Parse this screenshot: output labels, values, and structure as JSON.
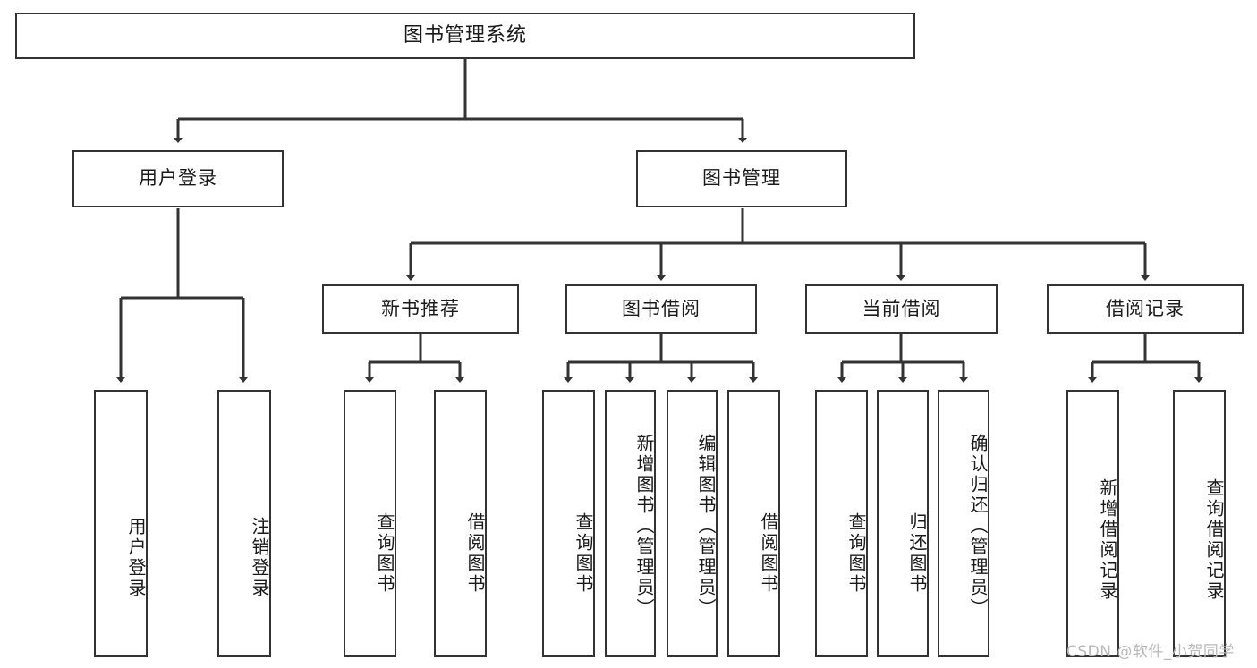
{
  "diagram": {
    "title": "图书管理系统",
    "type": "tree",
    "root": {
      "id": "root",
      "label": "图书管理系统",
      "orientation": "horizontal"
    },
    "level2": [
      {
        "id": "user-login",
        "label": "用户登录",
        "orientation": "horizontal"
      },
      {
        "id": "book-manage",
        "label": "图书管理",
        "orientation": "horizontal"
      }
    ],
    "level3": [
      {
        "id": "new-book-recommend",
        "label": "新书推荐",
        "orientation": "horizontal",
        "parent": "book-manage"
      },
      {
        "id": "book-borrow",
        "label": "图书借阅",
        "orientation": "horizontal",
        "parent": "book-manage"
      },
      {
        "id": "current-borrow",
        "label": "当前借阅",
        "orientation": "horizontal",
        "parent": "book-manage"
      },
      {
        "id": "borrow-record",
        "label": "借阅记录",
        "orientation": "horizontal",
        "parent": "book-manage"
      }
    ],
    "leaves": [
      {
        "id": "leaf-user-login",
        "label": "用户登录",
        "orientation": "vertical",
        "parent": "user-login"
      },
      {
        "id": "leaf-logout-login",
        "label": "注销登录",
        "orientation": "vertical",
        "parent": "user-login"
      },
      {
        "id": "leaf-query-book-1",
        "label": "查询图书",
        "orientation": "vertical",
        "parent": "new-book-recommend"
      },
      {
        "id": "leaf-borrow-book-1",
        "label": "借阅图书",
        "orientation": "vertical",
        "parent": "new-book-recommend"
      },
      {
        "id": "leaf-query-book-2",
        "label": "查询图书",
        "orientation": "vertical",
        "parent": "book-borrow"
      },
      {
        "id": "leaf-add-book",
        "label": "新增图书（管理员）",
        "orientation": "vertical",
        "parent": "book-borrow"
      },
      {
        "id": "leaf-edit-book",
        "label": "编辑图书（管理员）",
        "orientation": "vertical",
        "parent": "book-borrow"
      },
      {
        "id": "leaf-borrow-book-2",
        "label": "借阅图书",
        "orientation": "vertical",
        "parent": "book-borrow"
      },
      {
        "id": "leaf-query-book-3",
        "label": "查询图书",
        "orientation": "vertical",
        "parent": "current-borrow"
      },
      {
        "id": "leaf-return-book",
        "label": "归还图书",
        "orientation": "vertical",
        "parent": "current-borrow"
      },
      {
        "id": "leaf-confirm-return",
        "label": "确认归还（管理员）",
        "orientation": "vertical",
        "parent": "current-borrow"
      },
      {
        "id": "leaf-add-record",
        "label": "新增借阅记录",
        "orientation": "vertical",
        "parent": "borrow-record"
      },
      {
        "id": "leaf-query-record",
        "label": "查询借阅记录",
        "orientation": "vertical",
        "parent": "borrow-record"
      }
    ],
    "colors": {
      "border": "#333333",
      "background": "#ffffff",
      "text": "#1a1a1a",
      "edge": "#333333",
      "watermark": "#b9b9b9"
    }
  },
  "watermark": {
    "text": "CSDN @软件_小贺同学"
  }
}
